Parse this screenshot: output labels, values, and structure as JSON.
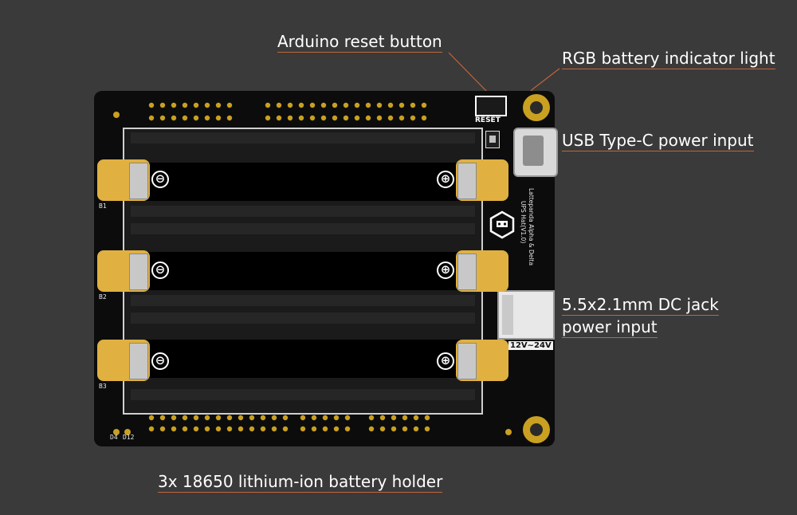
{
  "callouts": {
    "reset": "Arduino reset button",
    "rgb": "RGB battery indicator light",
    "usbc": "USB Type-C power input",
    "dc_line1": "5.5x2.1mm DC jack",
    "dc_line2": "power input",
    "holder": "3x 18650 lithium-ion battery holder"
  },
  "board": {
    "reset_label": "RESET",
    "voltage_label": "12V~24V",
    "side_text_line1": "Lattepanda Alpha & Delta",
    "side_text_line2": "UPS Hat(V1.0)",
    "battery_labels": [
      "B1",
      "B2",
      "B3"
    ],
    "pin_labels": [
      "D4",
      "D12"
    ],
    "minus": "⊖",
    "plus": "⊕"
  },
  "colors": {
    "background": "#3a3a3a",
    "board": "#0c0c0c",
    "gold": "#e0b040",
    "leader": "#c0663a"
  }
}
